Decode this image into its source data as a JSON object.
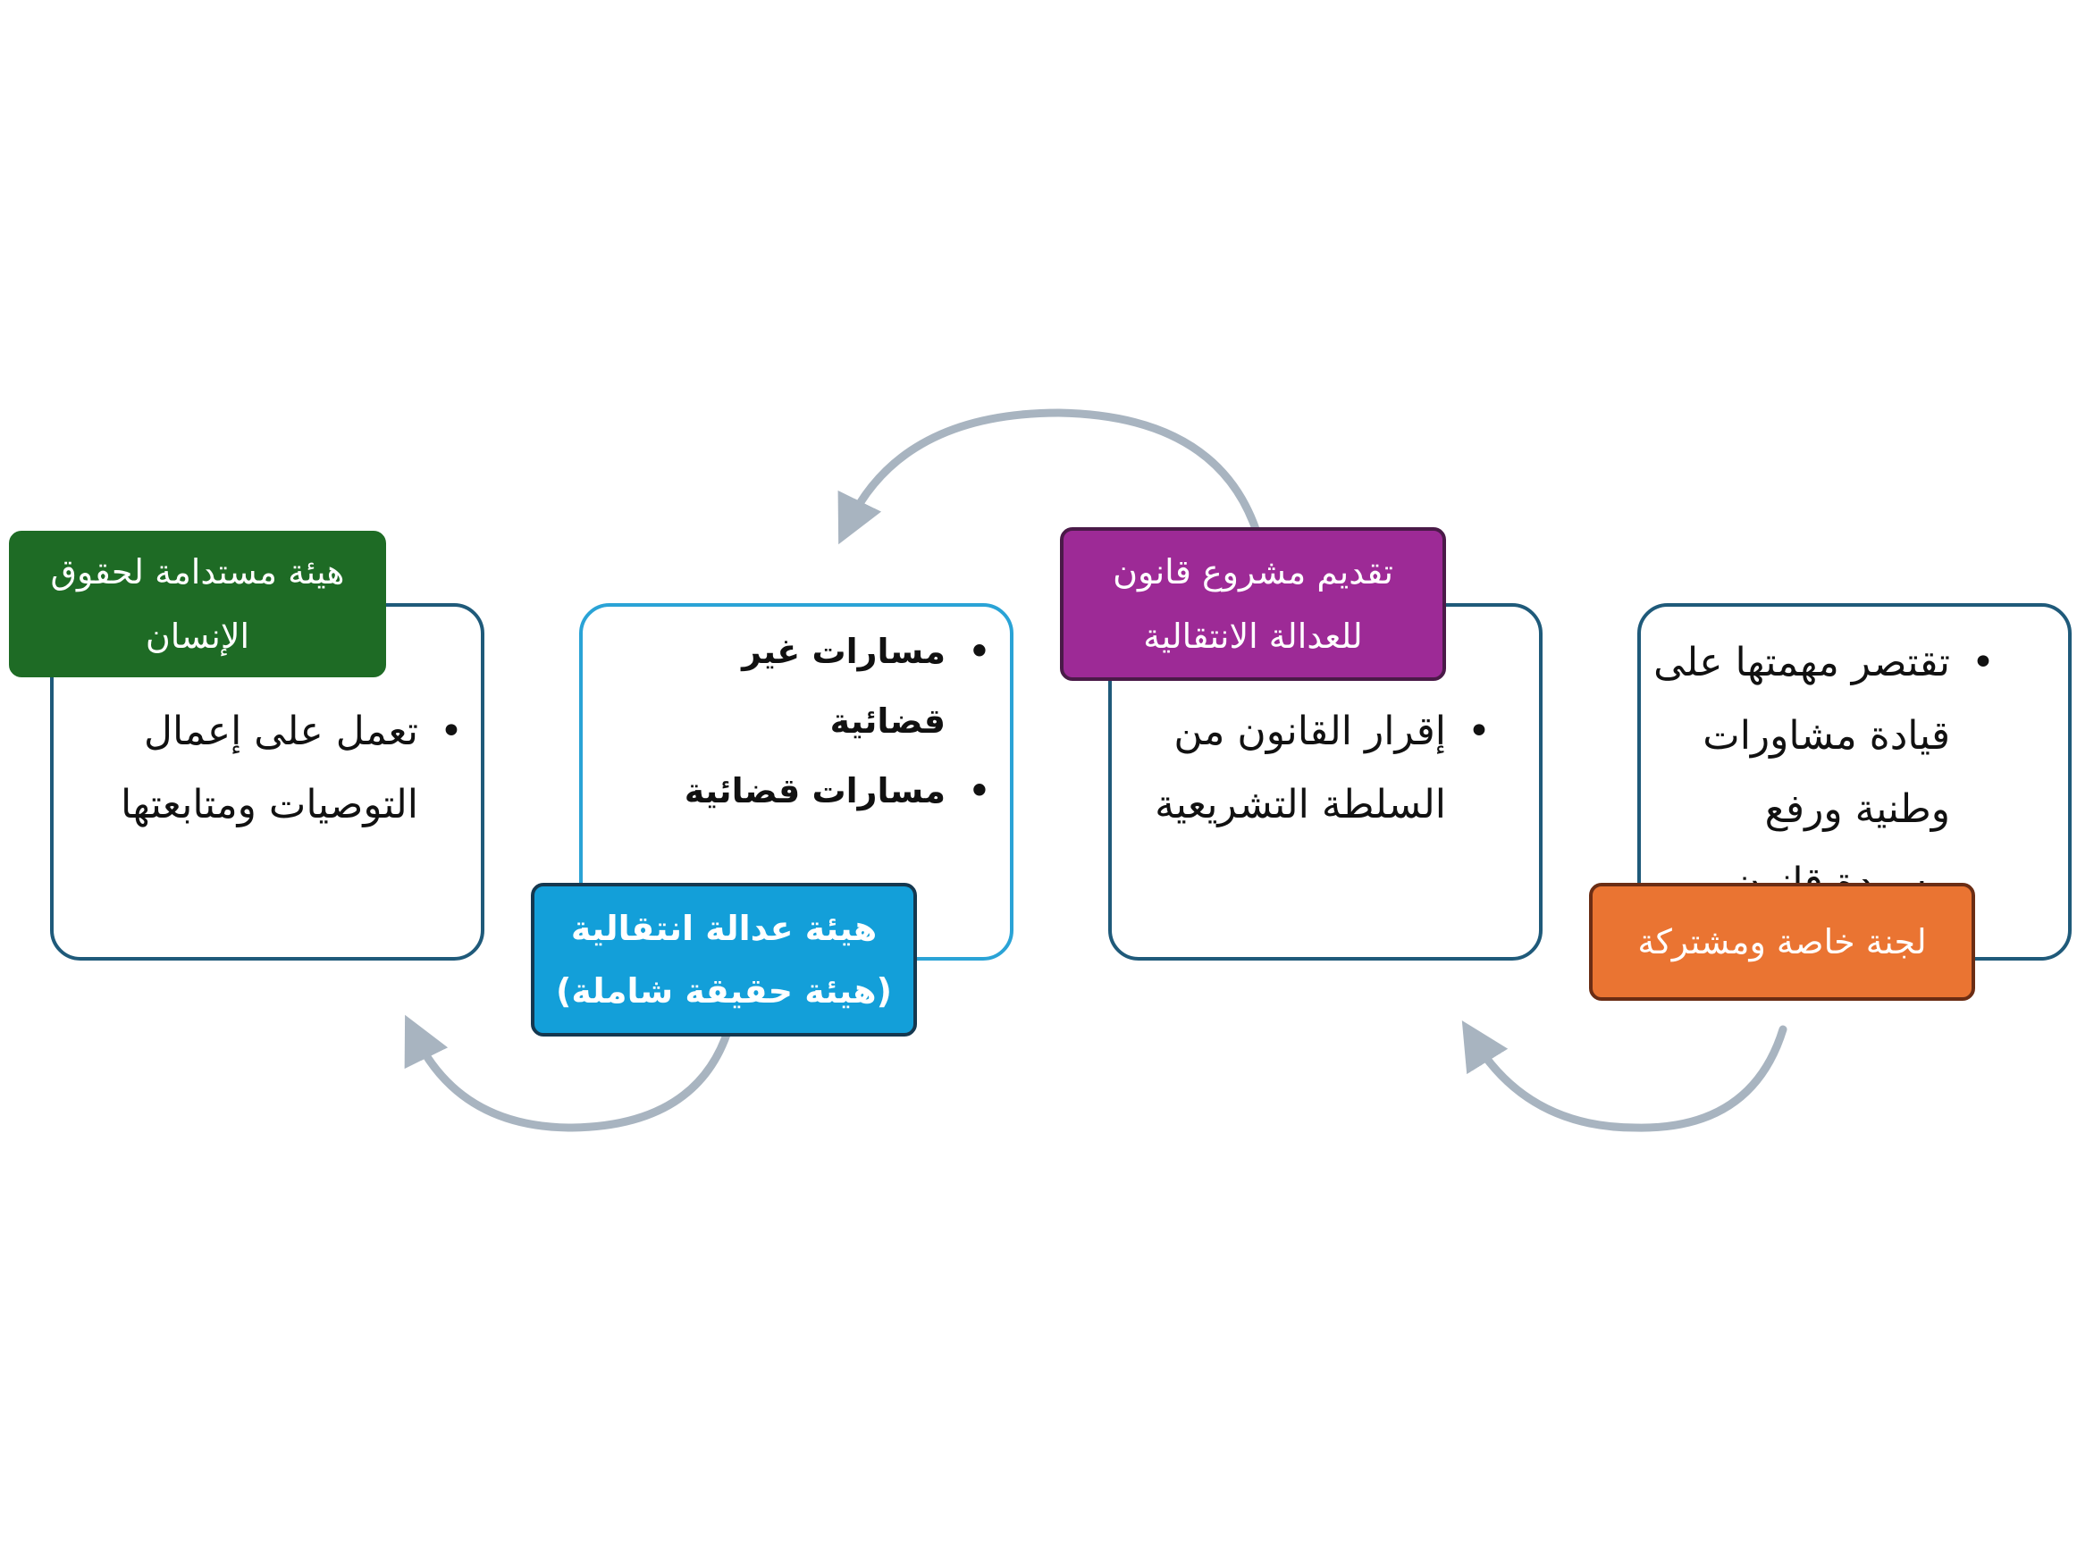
{
  "colors": {
    "arrow": "#a8b4c0",
    "panel_border_dark": "#1f5a7a",
    "panel_border_light": "#2aa3d6",
    "tag_green": "#1e6b25",
    "tag_blue": "#139fd9",
    "tag_purple": "#9d2a96",
    "tag_orange": "#ea7432"
  },
  "stages": {
    "special_committee": {
      "title": "لجنة خاصة ومشتركة",
      "bullets": [
        "تقتصر مهمتها على قيادة مشاورات وطنية ورفع مسودة قانون"
      ]
    },
    "draft_law": {
      "title": "تقديم مشروع قانون\nللعدالة الانتقالية",
      "bullets": [
        "إقرار القانون من السلطة التشريعية"
      ]
    },
    "tj_commission": {
      "title": "هيئة عدالة انتقالية\n(هيئة حقيقة شاملة)",
      "bullets": [
        "مسارات غير قضائية",
        "مسارات قضائية"
      ]
    },
    "human_rights_body": {
      "title": "هيئة مستدامة لحقوق\nالإنسان",
      "bullets": [
        "تعمل على إعمال التوصيات ومتابعتها"
      ]
    }
  }
}
